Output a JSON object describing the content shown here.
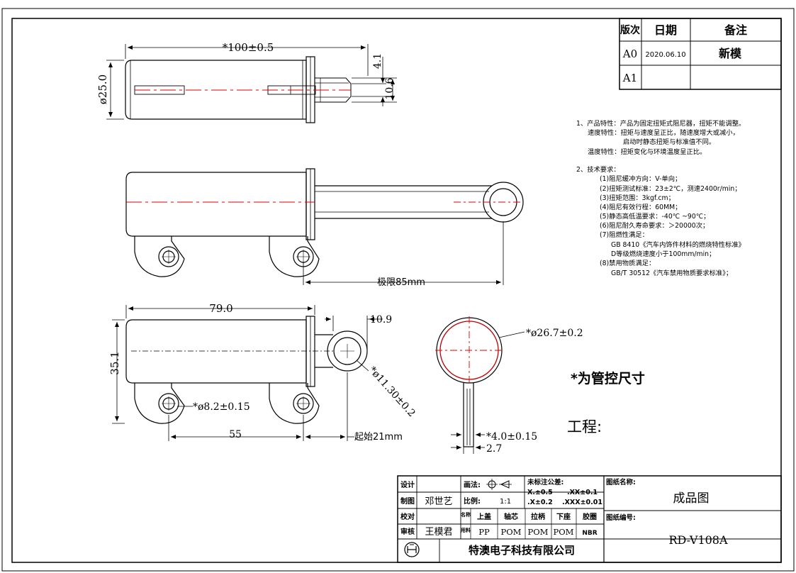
{
  "revision_table": {
    "headers": [
      "版次",
      "日期",
      "备注"
    ],
    "rows": [
      {
        "rev": "A0",
        "date": "2020.06.10",
        "note": "新模"
      },
      {
        "rev": "A1",
        "date": "",
        "note": ""
      }
    ]
  },
  "notes": [
    "1、产品特性：产品为固定扭矩式阻尼器，扭矩不能调整。",
    "速度特性：扭矩与速度呈正比，随速度增大或减小，",
    "启动时静态扭矩与标准值不同。",
    "温度特性：扭矩变化与环境温度呈正比。",
    "2、技术要求：",
    "(1)阻尼缓冲方向：V-单向；",
    "(2)扭矩测试标准：23±2℃，测速2400r/min；",
    "(3)扭矩范围：3kgf.cm；",
    "(4)阻尼有效行程：60MM；",
    "(5)静态高低温要求：-40℃ ~90℃；",
    "(6)阻尼耐久寿命要求：＞20000次；",
    "(7)阻燃性满足：",
    "GB 8410《汽车内饰件材料的燃烧特性标准》",
    "D等级燃烧速度小于100mm/min；",
    "(8)禁用物质满足：",
    "GB/T 30512《汽车禁用物质要求标准》；"
  ],
  "dimensions": {
    "overall_length": "*100±0.5",
    "diameter": "ø25.0",
    "dim_4_1": "4.1",
    "dim_10_6": "10.6",
    "stroke_limit": "极限85mm",
    "body_length": "79.0",
    "dim_10_9": "10.9",
    "height": "35.1",
    "hole_diameter": "*ø8.2±0.15",
    "eye_diameter": "*ø11.30±0.2",
    "hole_spacing": "55",
    "start_length": "起始21mm",
    "tube_diameter": "*ø26.7±0.2",
    "tab_width": "*4.0±0.15",
    "tab_thickness": "2.7"
  },
  "labels": {
    "controlled_note": "*为管控尺寸",
    "engineering": "工程:"
  },
  "title_block": {
    "design_label": "设计",
    "design_value": "",
    "drawn_label": "制图",
    "drawn_value": "邓世艺",
    "check_label": "校对",
    "check_value": "",
    "review_label": "审核",
    "review_value": "王模君",
    "projection_label": "画法:",
    "scale_label": "比例:",
    "scale_value": "1:1",
    "tolerance_title": "未标注公差:",
    "tol_1": "X.±0.5",
    "tol_2": ".XX±0.1",
    "tol_3": ".X±0.2",
    "tol_4": ".XXX±0.01",
    "material_side_1": "名称",
    "material_side_2": "用料",
    "material_headers": [
      "上盖",
      "轴芯",
      "拉柄",
      "下座",
      "胶圈"
    ],
    "material_values": [
      "PP",
      "POM",
      "POM",
      "POM",
      "NBR"
    ],
    "drawing_name_label": "图纸名称:",
    "drawing_name": "成品图",
    "drawing_number_label": "图纸编号:",
    "drawing_number": "RD-V108A",
    "company": "特澳电子科技有限公司"
  }
}
